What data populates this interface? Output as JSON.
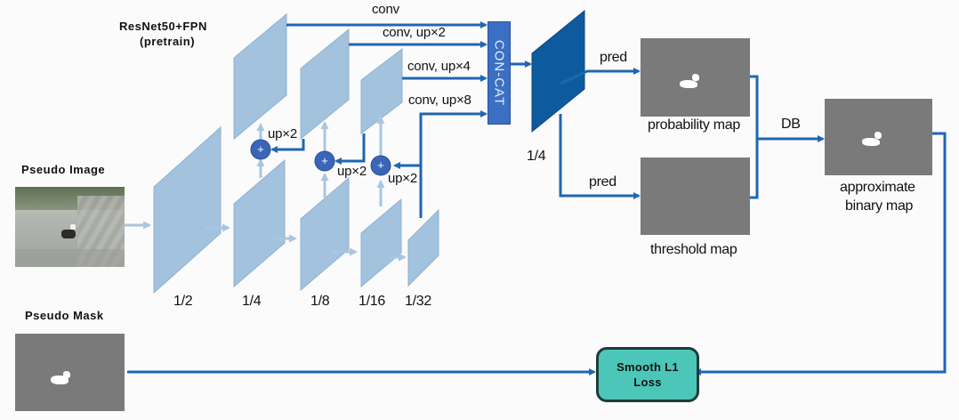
{
  "labels": {
    "backbone_line1": "ResNet50+FPN",
    "backbone_line2": "(pretrain)",
    "pseudo_image": "Pseudo Image",
    "pseudo_mask": "Pseudo Mask",
    "scale_half": "1/2",
    "scale_quarter": "1/4",
    "scale_eighth": "1/8",
    "scale_sixteenth": "1/16",
    "scale_thirtysecond": "1/32",
    "feature_scale": "1/4",
    "conv1": "conv",
    "conv2": "conv, up×2",
    "conv3": "conv, up×4",
    "conv4": "conv, up×8",
    "up1": "up×2",
    "up2": "up×2",
    "up3": "up×2",
    "concat": "CON-CAT",
    "pred_top": "pred",
    "pred_bottom": "pred",
    "probability_map": "probability map",
    "threshold_map": "threshold map",
    "db": "DB",
    "approx_line1": "approximate",
    "approx_line2": "binary map",
    "loss_line1": "Smooth L1",
    "loss_line2": "Loss"
  },
  "colors": {
    "arrow_dark": "#1f66b3",
    "arrow_light": "#a9c6e0",
    "feature_light": "#a3c2de",
    "feature_dark": "#0e5a9e",
    "plus_node": "#3a66b8",
    "concat": "#3a6fc4",
    "loss_fill": "#4cc6b8",
    "map_gray": "#7a7a7a"
  }
}
